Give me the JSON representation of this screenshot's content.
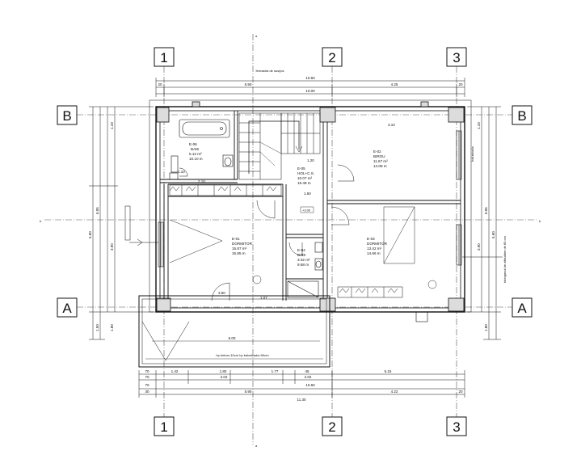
{
  "grid": {
    "columns": [
      "1",
      "2",
      "3"
    ],
    "rows": [
      "B",
      "A"
    ],
    "section_marks": [
      "a",
      "b"
    ]
  },
  "rooms": [
    {
      "code": "E-06",
      "name": "BAIE",
      "area": "5.12 m²",
      "perimeter": "10.10 m"
    },
    {
      "code": "E-05",
      "name": "HOL+C.S.",
      "area": "10.07 m²",
      "perimeter": "19.48 m"
    },
    {
      "code": "E-02",
      "name": "BIROU",
      "area": "11.67 m²",
      "perimeter": "14.08 m"
    },
    {
      "code": "E-01",
      "name": "DORMITOR",
      "area": "15.87 m²",
      "perimeter": "15.95 m"
    },
    {
      "code": "E-03",
      "name": "DORMITOR",
      "area": "13.42 m²",
      "perimeter": "14.66 m"
    },
    {
      "code": "E-04",
      "name": "BAIE",
      "area": "3.02 m²",
      "perimeter": "9.58 m"
    }
  ],
  "top_dims": {
    "note": "fereastra de sus/jos",
    "total": "10.60",
    "left_seg": "5.90",
    "right_seg": "4.25",
    "end_l": "20",
    "end_r": "20",
    "inner": "10.00"
  },
  "bottom_dims": {
    "row1": [
      "70",
      "1.42",
      "1.80",
      "1.77",
      "45",
      "5.15"
    ],
    "row2": [
      "70",
      "2.02",
      "2.02"
    ],
    "row2_total": "10.60",
    "row3": [
      "30",
      "5.90",
      "4.22",
      "20"
    ],
    "row4_total": "11.30"
  },
  "interior_dims": {
    "d_310": "3.10",
    "d_110": "1.10",
    "d_210": "2.10",
    "d_120": "1.20",
    "d_160": "1.60",
    "d_107": "1.07",
    "d_390": "3.90",
    "d_600": "6.00",
    "level": "+3.00"
  },
  "left_dims": [
    "1.10",
    "6.05",
    "3.90",
    "1.50",
    "1.80",
    "5.60"
  ],
  "right_dims": [
    "1.10",
    "6.05",
    "3.90",
    "1.80",
    "5.60"
  ],
  "notes": {
    "terrace": "hp beton=10cm hp balustrada=90cm",
    "right_box": "toboganul de altitudine de 80 cm",
    "railing": "balustrada"
  },
  "colors": {
    "line": "#111111",
    "axis": "#444444",
    "wall_fill": "#e9e9e9"
  }
}
